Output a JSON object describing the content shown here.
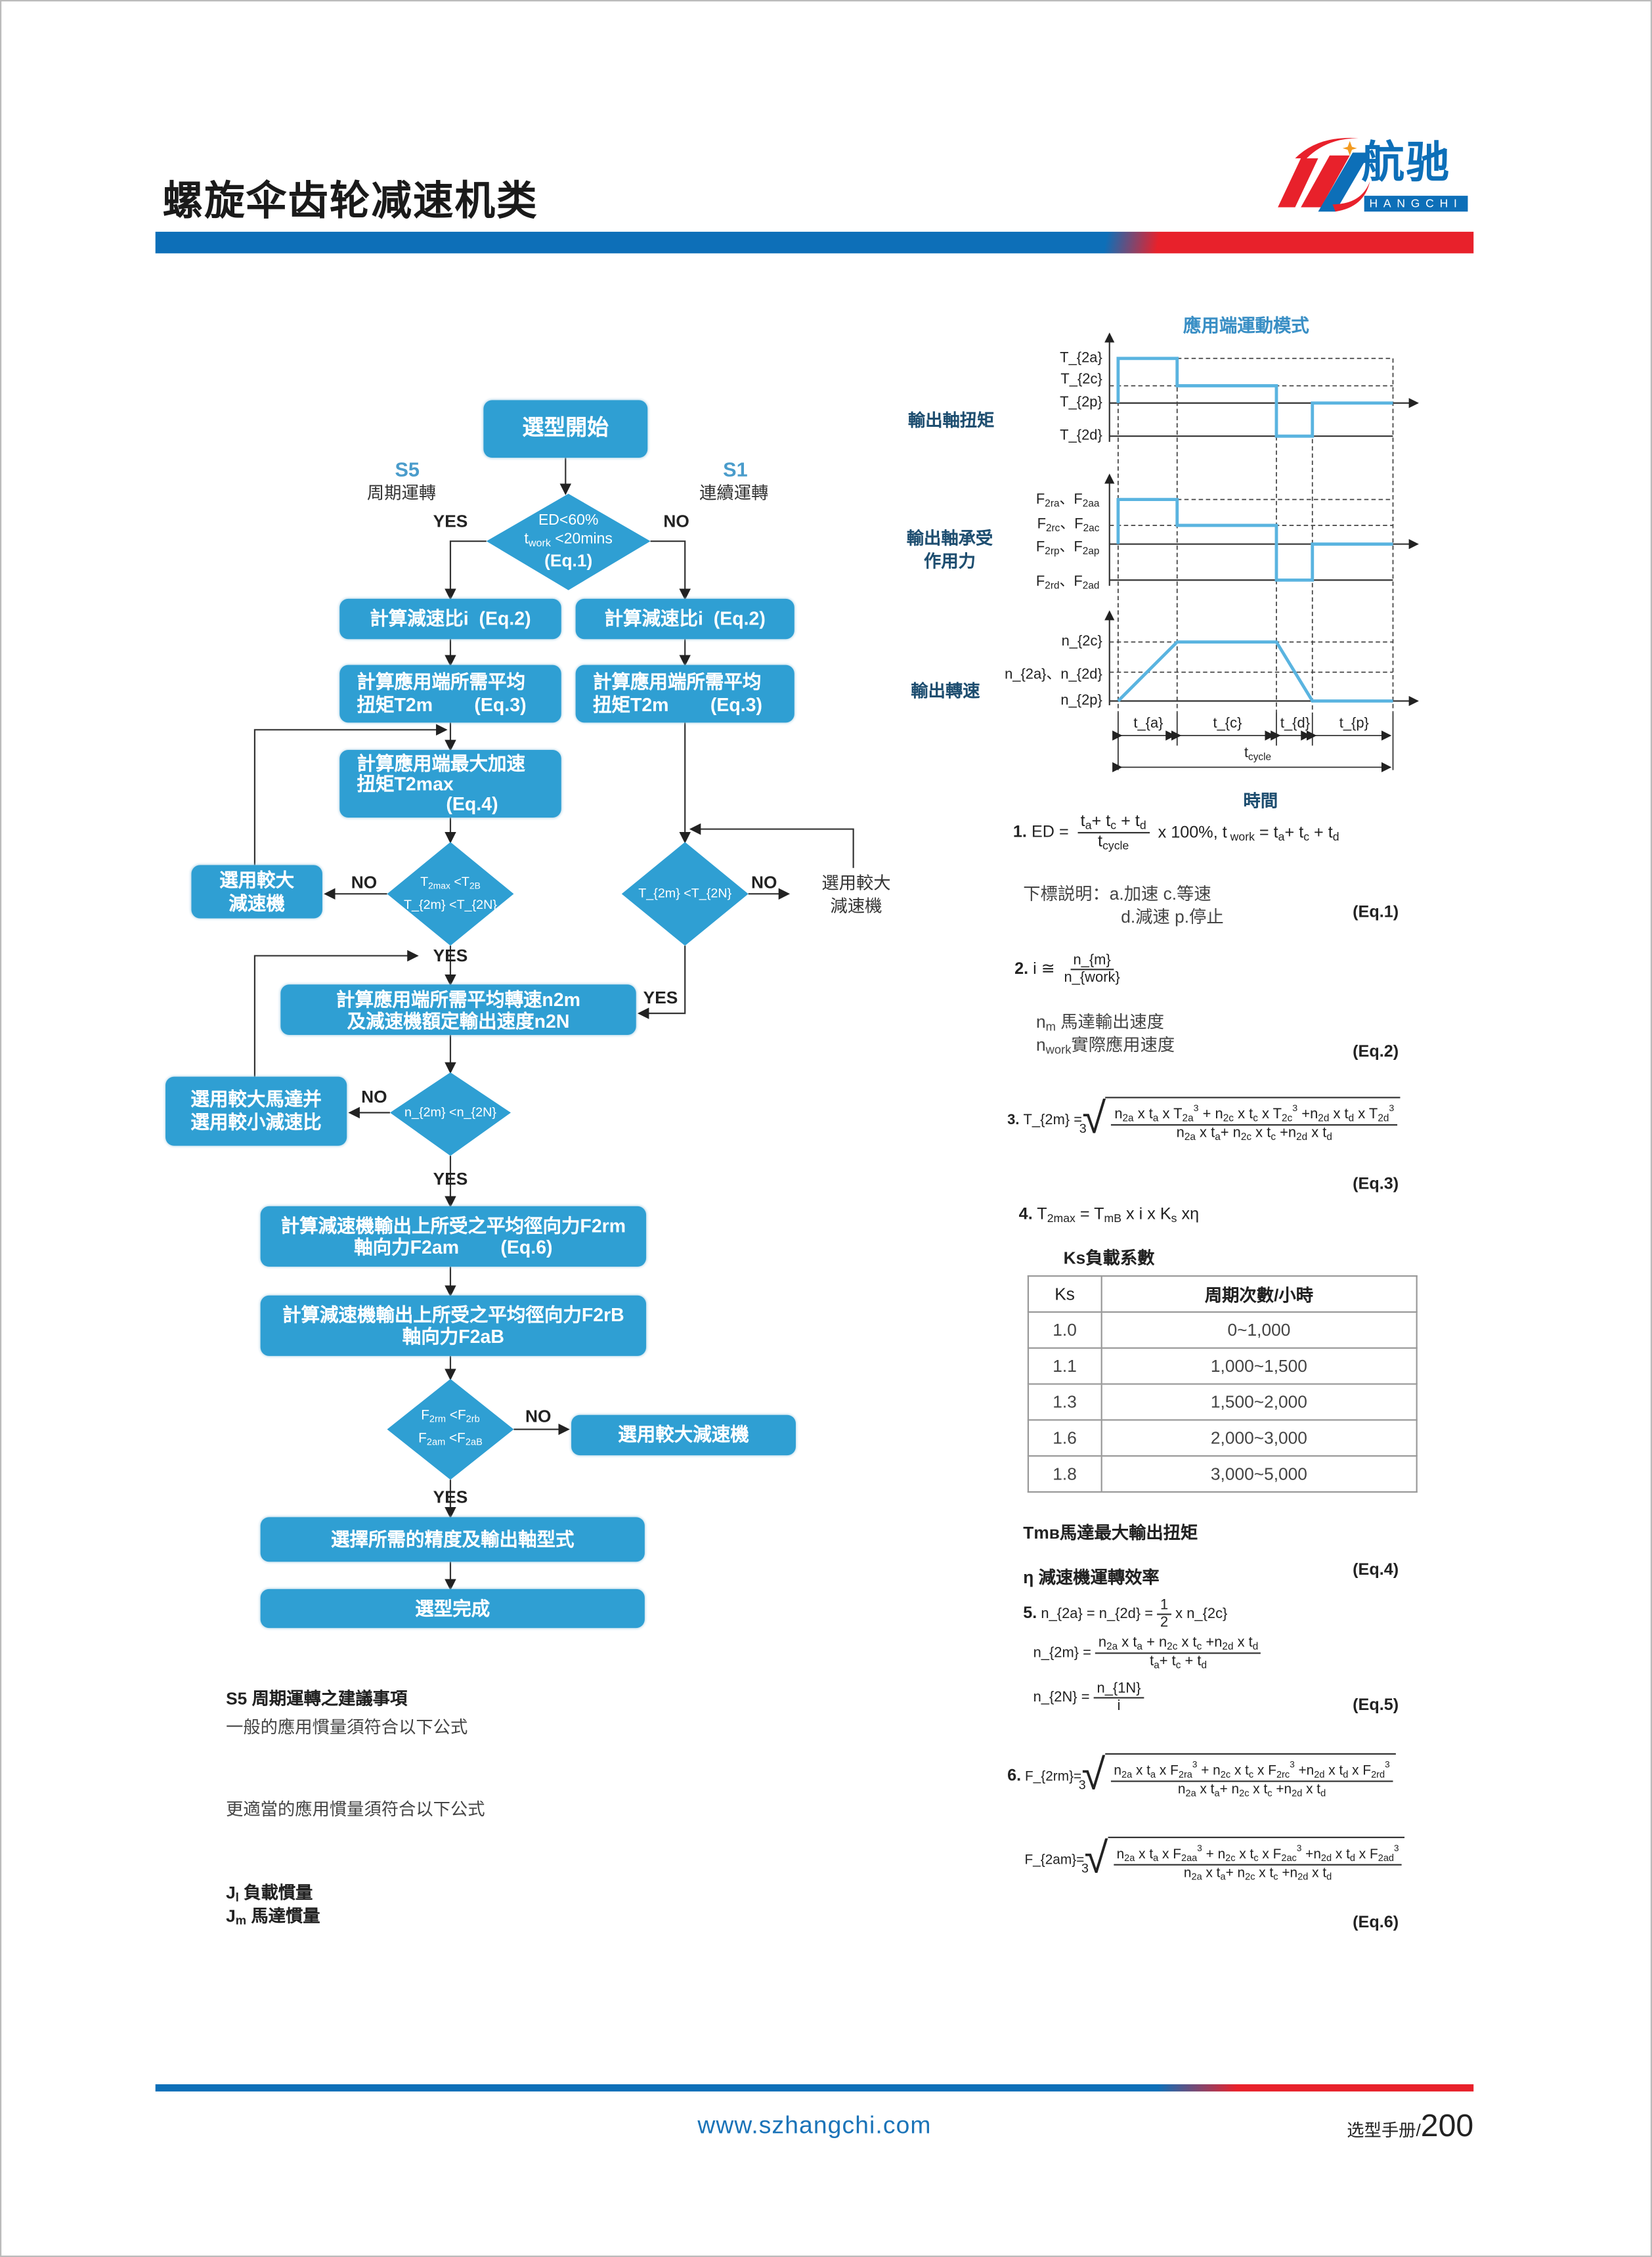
{
  "header": {
    "title": "螺旋伞齿轮减速机类",
    "logo_cn": "航驰",
    "logo_en": "HANGCHI",
    "colors": {
      "blue": "#0d6fb8",
      "red": "#e8212b",
      "box": "#2f9fd3"
    }
  },
  "flowchart": {
    "start": "選型開始",
    "s5": {
      "code": "S5",
      "label": "周期運轉"
    },
    "s1": {
      "code": "S1",
      "label": "連續運轉"
    },
    "d1": [
      "ED<60%",
      "t_{work} <20mins",
      "(Eq.1)"
    ],
    "yes": "YES",
    "no": "NO",
    "ratio_left": "計算減速比i  (Eq.2)",
    "ratio_right": "計算減速比i  (Eq.2)",
    "torque_left": [
      "計算應用端所需平均",
      "扭矩T2m        (Eq.3)"
    ],
    "torque_right": [
      "計算應用端所需平均",
      "扭矩T2m        (Eq.3)"
    ],
    "accel": [
      "計算應用端最大加速",
      "扭矩T2max",
      "(Eq.4)"
    ],
    "d2": [
      "T_{2max} <T_{2B}",
      "T_{2m} <T_{2N}"
    ],
    "bigger_reducer": [
      "選用較大",
      "減速機"
    ],
    "d3": "T_{2m} <T_{2N}",
    "bigger_reducer_right": [
      "選用較大",
      "減速機"
    ],
    "speed": [
      "計算應用端所需平均轉速n2m",
      "及減速機額定輸出速度n2N"
    ],
    "d4": "n_{2m} <n_{2N}",
    "bigger_motor": [
      "選用較大馬達并",
      "選用較小減速比"
    ],
    "force_avg": [
      "計算減速機輸出上所受之平均徑向力F2rm",
      "軸向力F2am        (Eq.6)"
    ],
    "force_b": [
      "計算減速機輸出上所受之平均徑向力F2rB",
      "軸向力F2aB"
    ],
    "d5": [
      "F_{2rm} <F_{2rb}",
      "F_{2am} <F_{2aB}"
    ],
    "bigger_reducer_2": "選用較大減速機",
    "select_precision": "選擇所需的精度及輸出軸型式",
    "done": "選型完成"
  },
  "notes": {
    "title": "S5 周期運轉之建議事項",
    "general": "一般的應用慣量須符合以下公式",
    "better": "更適當的應用慣量須符合以下公式",
    "jl": "J_{l} 負載慣量",
    "jm": "J_{m} 馬達慣量"
  },
  "timing": {
    "title": "應用端運動模式",
    "torque_label": "輸出軸扭矩",
    "force_label": [
      "輸出軸承受",
      "作用力"
    ],
    "speed_label": "輸出轉速",
    "torque_levels": [
      "T_{2a}",
      "T_{2c}",
      "T_{2p}",
      "T_{2d}"
    ],
    "force_levels": [
      "F_{2ra}、F_{2aa}",
      "F_{2rc}、F_{2ac}",
      "F_{2rp}、F_{2ap}",
      "F_{2rd}、F_{2ad}"
    ],
    "speed_levels": [
      "n_{2c}",
      "n_{2a}、n_{2d}",
      "n_{2p}"
    ],
    "phases": [
      "t_{a}",
      "t_{c}",
      "t_{d}",
      "t_{p}"
    ],
    "cycle": "t_{cycle}",
    "time_label": "時間",
    "line_color": "#5ab4e0"
  },
  "formulas": {
    "eq1": {
      "num": "1.",
      "lhs": "ED =",
      "frac_num": "t_{a}+ t_{c} + t_{d}",
      "frac_den": "t_{cycle}",
      "rest": "x 100%, t_{ work} = t_{a}+ t_{c} + t_{d}",
      "tag": "(Eq.1)"
    },
    "subscript_note": [
      "下標説明：a.加速  c.等速",
      "d.減速  p.停止"
    ],
    "eq2": {
      "num": "2.",
      "lhs": "i ≅",
      "frac_num": "n_{m}",
      "frac_den": "n_{work}",
      "tag": "(Eq.2)"
    },
    "eq2_notes": [
      "n_{m}   馬達輸出速度",
      "n_{work}實際應用速度"
    ],
    "eq3": {
      "num": "3.",
      "lhs": "T_{2m} =",
      "root": "3",
      "frac_num": "n_{2a} x t_{a} x T_{2a}^{3} + n_{2c} x t_{c} x T_{2c}^{3} +n_{2d} x t_{d} x T_{2d}^{3}",
      "frac_den": "n_{2a} x t_{a}+ n_{2c} x t_{c} +n_{2d} x t_{d}",
      "tag": "(Eq.3)"
    },
    "eq4": {
      "num": "4.",
      "body": "T_{2max} = T_{mB} x i x K_{s} xη"
    },
    "ks_title": "Ks負載系數",
    "ks_table": {
      "headers": [
        "Ks",
        "周期次數/小時"
      ],
      "rows": [
        [
          "1.0",
          "0~1,000"
        ],
        [
          "1.1",
          "1,000~1,500"
        ],
        [
          "1.3",
          "1,500~2,000"
        ],
        [
          "1.6",
          "2,000~3,000"
        ],
        [
          "1.8",
          "3,000~5,000"
        ]
      ]
    },
    "tmb_note": "Tmʙ馬達最大輸出扭矩",
    "eta_note": "η 減速機運轉效率",
    "eq4_tag": "(Eq.4)",
    "eq5": {
      "num": "5.",
      "line1_lhs": "n_{2a} = n_{2d} =",
      "half_num": "1",
      "half_den": "2",
      "line1_rest": "x n_{2c}",
      "n2m_lhs": "n_{2m} =",
      "n2m_num": "n_{2a} x t_{a} + n_{2c} x t_{c} +n_{2d} x t_{d}",
      "n2m_den": "t_{a}+ t_{c} + t_{d}",
      "n2n_lhs": "n_{2N} =",
      "n2n_num": "n_{1N}",
      "n2n_den": "i",
      "tag": "(Eq.5)"
    },
    "eq6": {
      "num": "6.",
      "f2rm_lhs": "F_{2rm}=",
      "root": "3",
      "f2rm_num": "n_{2a} x t_{a} x F_{2ra}^{3} + n_{2c} x t_{c} x F_{2rc}^{3} +n_{2d} x t_{d} x F_{2rd}^{3}",
      "den": "n_{2a} x t_{a}+ n_{2c} x t_{c} +n_{2d} x t_{d}",
      "f2am_lhs": "F_{2am}=",
      "f2am_num": "n_{2a} x t_{a} x F_{2aa}^{3} + n_{2c} x t_{c} x F_{2ac}^{3} +n_{2d} x t_{d} x F_{2ad}^{3}",
      "tag": "(Eq.6)"
    }
  },
  "footer": {
    "url": "www.szhangchi.com",
    "manual": "选型手册/",
    "page": "200"
  }
}
